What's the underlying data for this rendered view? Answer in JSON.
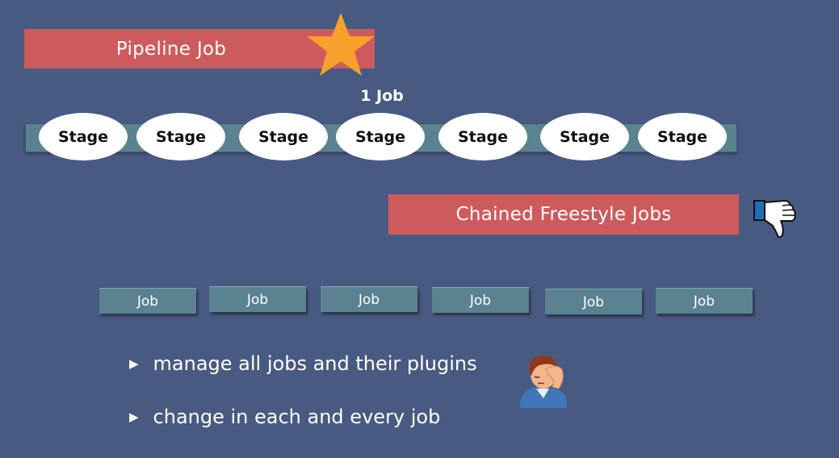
{
  "pipeline": {
    "title": "Pipeline Job",
    "job_count_label": "1 Job",
    "stages": [
      "Stage",
      "Stage",
      "Stage",
      "Stage",
      "Stage",
      "Stage",
      "Stage"
    ]
  },
  "chained": {
    "title": "Chained Freestyle Jobs",
    "jobs": [
      "Job",
      "Job",
      "Job",
      "Job",
      "Job",
      "Job"
    ]
  },
  "bullets": [
    "manage all jobs and their plugins",
    "change in each and every job"
  ],
  "icons": {
    "star": "star-icon",
    "thumbs_down": "thumbs-down-icon",
    "frustrated_person": "frustrated-person-icon",
    "bullet": "triangle-right-icon"
  },
  "colors": {
    "background": "#485a82",
    "banner": "#cd5b5e",
    "bar": "#5a8291",
    "star": "#f7a02c"
  }
}
